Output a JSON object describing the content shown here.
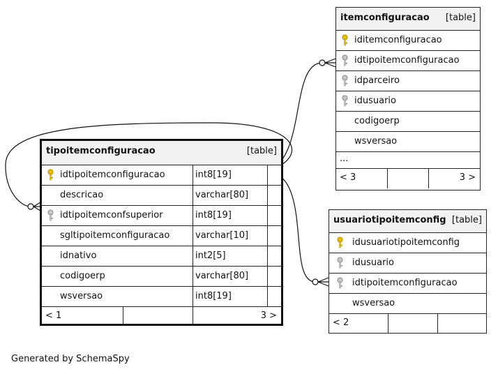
{
  "tables": {
    "tipo": {
      "name": "tipoitemconfiguracao",
      "type_label": "[table]",
      "columns": [
        {
          "name": "idtipoitemconfiguracao",
          "type": "int8[19]",
          "key": "primary-key-icon"
        },
        {
          "name": "descricao",
          "type": "varchar[80]",
          "key": ""
        },
        {
          "name": "idtipoitemconfsuperior",
          "type": "int8[19]",
          "key": "foreign-key-icon"
        },
        {
          "name": "sgltipoitemconfiguracao",
          "type": "varchar[10]",
          "key": ""
        },
        {
          "name": "idnativo",
          "type": "int2[5]",
          "key": ""
        },
        {
          "name": "codigoerp",
          "type": "varchar[80]",
          "key": ""
        },
        {
          "name": "wsversao",
          "type": "int8[19]",
          "key": ""
        }
      ],
      "footer_left": "< 1",
      "footer_right": "3 >"
    },
    "item": {
      "name": "itemconfiguracao",
      "type_label": "[table]",
      "columns": [
        {
          "name": "iditemconfiguracao",
          "key": "primary-key-icon"
        },
        {
          "name": "idtipoitemconfiguracao",
          "key": "foreign-key-icon"
        },
        {
          "name": "idparceiro",
          "key": "foreign-key-icon"
        },
        {
          "name": "idusuario",
          "key": "foreign-key-icon"
        },
        {
          "name": "codigoerp",
          "key": ""
        },
        {
          "name": "wsversao",
          "key": ""
        }
      ],
      "more_label": "...",
      "footer_left": "< 3",
      "footer_right": "3 >"
    },
    "usuario": {
      "name": "usuariotipoitemconfig",
      "type_label": "[table]",
      "columns": [
        {
          "name": "idusuariotipoitemconfig",
          "key": "primary-key-icon"
        },
        {
          "name": "idusuario",
          "key": "foreign-key-icon"
        },
        {
          "name": "idtipoitemconfiguracao",
          "key": "foreign-key-icon"
        },
        {
          "name": "wsversao",
          "key": ""
        }
      ],
      "footer_left": "< 2"
    }
  },
  "generated_by": "Generated by SchemaSpy",
  "colors": {
    "primary_key": "#e8c000",
    "foreign_key": "#a8a8a8",
    "header_bg": "#f2f2f2"
  }
}
